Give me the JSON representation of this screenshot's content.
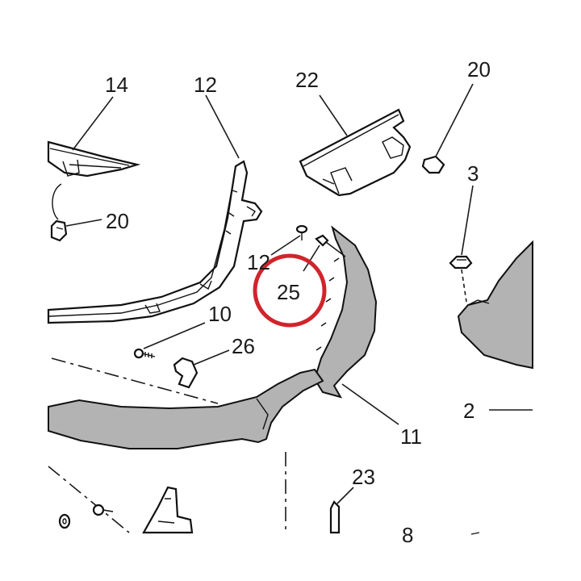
{
  "diagram": {
    "highlight_color": "#d0242c",
    "part_fill_color": "#b3b3b3",
    "callouts": {
      "c14": "14",
      "c12_top": "12",
      "c22": "22",
      "c20_top": "20",
      "c20_left": "20",
      "c3": "3",
      "c12_mid": "12",
      "c25": "25",
      "c10": "10",
      "c26": "26",
      "c2": "2",
      "c11": "11",
      "c23": "23",
      "c8": "8"
    }
  }
}
